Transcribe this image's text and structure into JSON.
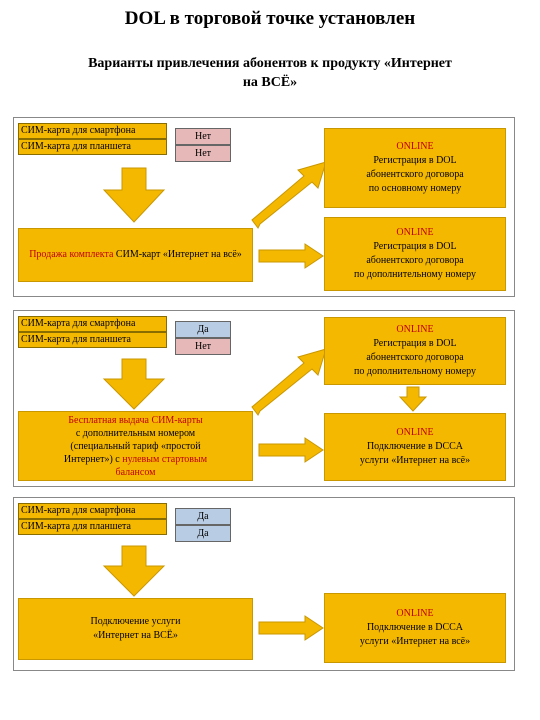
{
  "title": "DOL в торговой точке установлен",
  "subtitle": "Варианты привлечения абонентов к продукту «Интернет на ВСЁ»",
  "colors": {
    "block": "#f5b800",
    "no": "#e6b8b7",
    "yes": "#b8cce4",
    "highlight": "#c00000"
  },
  "sections": [
    {
      "sim1": "СИМ-карта для смартфона",
      "sim2": "СИМ-карта для планшета",
      "ans1": "Нет",
      "ans2": "Нет",
      "center": {
        "red": "Продажа комплекта",
        "black": " СИМ-карт «Интернет на всё»"
      },
      "right_top": {
        "head": "ONLINE",
        "l1": "Регистрация в DOL",
        "l2": "абонентского договора",
        "l3": "по основному номеру"
      },
      "right_bottom": {
        "head": "ONLINE",
        "l1": "Регистрация в DOL",
        "l2": "абонентского договора",
        "l3": "по дополнительному номеру"
      }
    },
    {
      "sim1": "СИМ-карта для смартфона",
      "sim2": "СИМ-карта для планшета",
      "ans1": "Да",
      "ans2": "Нет",
      "center": {
        "l1": "Бесплатная выдача СИМ-карты",
        "l2": "с дополнительным номером",
        "l3": "(специальный тариф «простой",
        "l4a": "Интернет») с ",
        "l4b": "нулевым стартовым",
        "l5": "балансом"
      },
      "right_top": {
        "head": "ONLINE",
        "l1": "Регистрация в DOL",
        "l2": "абонентского договора",
        "l3": "по дополнительному номеру"
      },
      "right_bottom": {
        "head": "ONLINE",
        "l1": "Подключение в DCCA",
        "l2": "услуги «Интернет на всё»"
      }
    },
    {
      "sim1": "СИМ-карта для смартфона",
      "sim2": "СИМ-карта для планшета",
      "ans1": "Да",
      "ans2": "Да",
      "center": {
        "l1": "Подключение услуги",
        "l2": "«Интернет на ВСЁ»"
      },
      "right": {
        "head": "ONLINE",
        "l1": "Подключение в DCCA",
        "l2": "услуги «Интернет на всё»"
      }
    }
  ]
}
